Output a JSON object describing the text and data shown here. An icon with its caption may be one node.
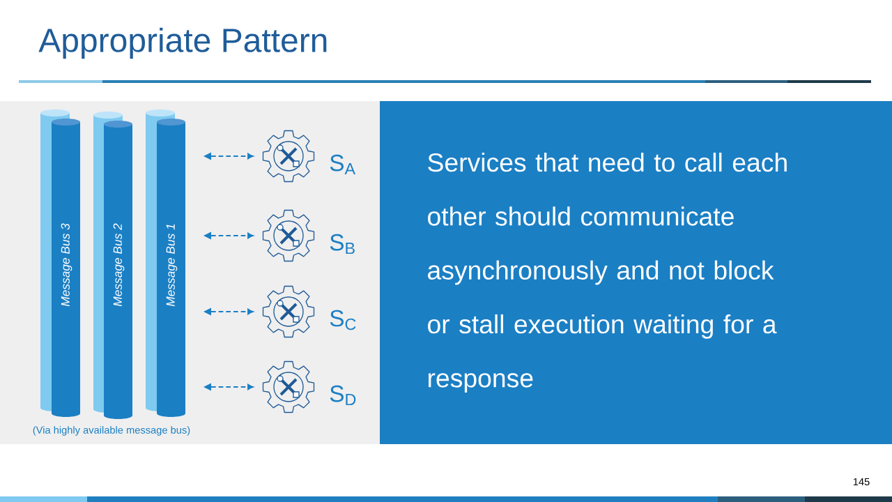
{
  "diagram": {
    "title": "Appropriate Pattern",
    "nodes": [
      {
        "text": [
          "Message Bus 3"
        ]
      },
      {
        "text": [
          "Message Bus 2"
        ]
      },
      {
        "text": [
          "Message Bus 1"
        ]
      },
      {
        "text": [],
        "shape": "gear",
        "beside": [
          "S$_{A}$"
        ]
      },
      {
        "text": [],
        "shape": "gear",
        "beside": [
          "S$_{B}$"
        ]
      },
      {
        "text": [],
        "shape": "gear",
        "beside": [
          "S$_{C}$"
        ]
      },
      {
        "text": [],
        "shape": "gear",
        "beside": [
          "S$_{D}$"
        ]
      },
      {
        "text": [
          "Services that need to call each other should communicate asynchronously and not block or stall execution waiting for a response"
        ]
      }
    ],
    "edges": [
      {
        "from": null,
        "to": 3,
        "arrow": "both",
        "style": "dashed"
      },
      {
        "from": null,
        "to": 4,
        "arrow": "both",
        "style": "dashed"
      },
      {
        "from": null,
        "to": 5,
        "arrow": "both",
        "style": "dashed"
      },
      {
        "from": null,
        "to": 6,
        "arrow": "both",
        "style": "dashed"
      }
    ],
    "labels": [
      "(Via highly available message bus)",
      "145"
    ]
  }
}
